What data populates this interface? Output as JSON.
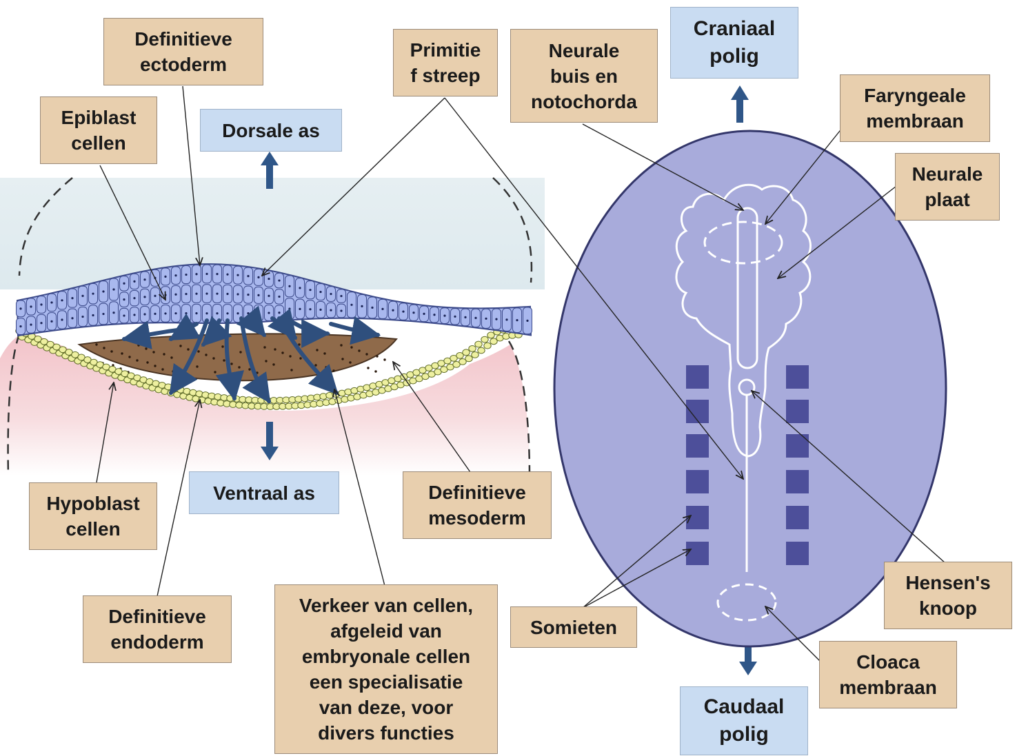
{
  "axes": {
    "dorsal": [
      "Dorsale as"
    ],
    "ventral": [
      "Ventraal as"
    ],
    "cranial": [
      "Craniaal",
      "polig"
    ],
    "caudal": [
      "Caudaal",
      "polig"
    ]
  },
  "labels": {
    "ectoderm": [
      "Definitieve",
      "ectoderm"
    ],
    "epiblast": [
      "Epiblast",
      "cellen"
    ],
    "primitive_streak": [
      "Primitie",
      "f streep"
    ],
    "neural_tube": [
      "Neurale",
      "buis en",
      "notochorda"
    ],
    "pharyngeal": [
      "Faryngeale",
      "membraan"
    ],
    "neural_plate": [
      "Neurale",
      "plaat"
    ],
    "hypoblast": [
      "Hypoblast",
      "cellen"
    ],
    "mesoderm": [
      "Definitieve",
      "mesoderm"
    ],
    "endoderm": [
      "Definitieve",
      "endoderm"
    ],
    "traffic": [
      "Verkeer van cellen,",
      "afgeleid van",
      "embryonale cellen",
      "een specialisatie",
      "van deze, voor",
      "divers functies"
    ],
    "somites": [
      "Somieten"
    ],
    "hensen": [
      "Hensen's",
      "knoop"
    ],
    "cloaca": [
      "Cloaca",
      "membraan"
    ]
  },
  "colors": {
    "label_fill": "#e8cfae",
    "axis_fill": "#c9dcf2",
    "epiblast": "#a9b8ee",
    "hypoblast": "#eef0a0",
    "mesoderm": "#8f6a4a",
    "embryo_disc": "#a8abdb",
    "somite": "#4d4f9a",
    "arrow": "#2f5688"
  }
}
